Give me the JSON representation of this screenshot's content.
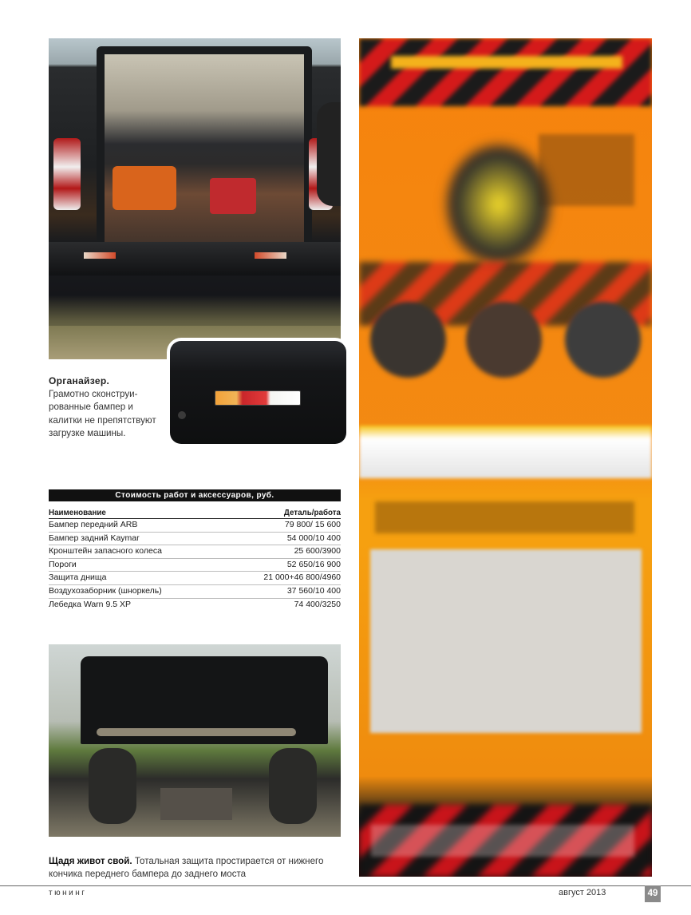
{
  "caption_top": {
    "title": "Органайзер.",
    "text": "Грамотно сконструи-рованные бампер и калитки не препятствуют загрузке машины."
  },
  "price_table": {
    "title": "Стоимость работ и аксессуаров, руб.",
    "col_name": "Наименование",
    "col_price": "Деталь/работа",
    "rows": [
      {
        "name": "Бампер передний ARB",
        "price": "79 800/ 15 600"
      },
      {
        "name": "Бампер задний Kaymar",
        "price": "54 000/10 400"
      },
      {
        "name": "Кронштейн запасного колеса",
        "price": "25 600/3900"
      },
      {
        "name": "Пороги",
        "price": "52 650/16 900"
      },
      {
        "name": "Защита днища",
        "price": "21 000+46 800/4960"
      },
      {
        "name": "Воздухозаборник (шноркель)",
        "price": "37 560/10 400"
      },
      {
        "name": "Лебедка Warn 9.5 XP",
        "price": "74 400/3250"
      }
    ]
  },
  "caption_bottom": {
    "title": "Щадя живот свой.",
    "text": " Тотальная защита простирается от нижнего кончика переднего бампера до заднего моста"
  },
  "footer": {
    "section": "тюнинг",
    "issue": "август 2013",
    "page": "49"
  }
}
